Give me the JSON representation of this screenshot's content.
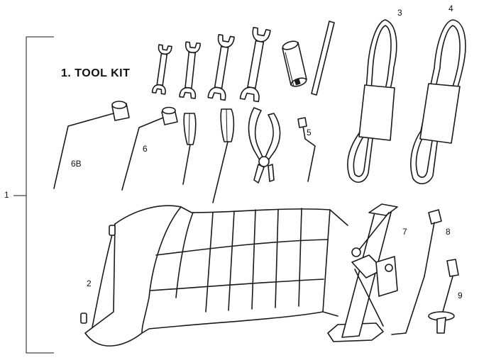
{
  "title": "1. TOOL KIT",
  "callouts": {
    "c1": "1",
    "c2": "2",
    "c3": "3",
    "c4": "4",
    "c5": "5",
    "c6": "6",
    "c6b": "6B",
    "c7": "7",
    "c8": "8",
    "c9": "9"
  },
  "parts": [
    "open-end-wrenches",
    "spark-plug-socket",
    "tommy-bar",
    "fan-belts",
    "tool-roll",
    "box-wrenches",
    "screwdrivers",
    "pliers",
    "bent-tool",
    "scissor-jack",
    "jack-handle",
    "wheel-brace"
  ]
}
